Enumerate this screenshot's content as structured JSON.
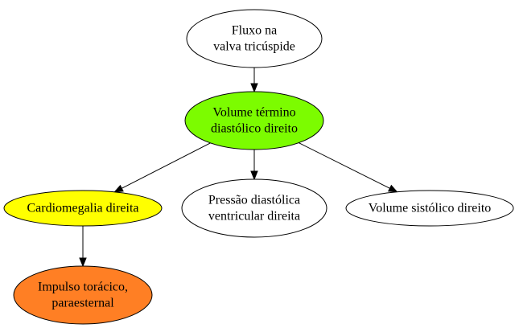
{
  "nodes": [
    {
      "id": "n1",
      "lines": [
        "Fluxo na",
        "valva tricúspide"
      ],
      "fill": "#ffffff"
    },
    {
      "id": "n2",
      "lines": [
        "Volume término",
        "diastólico direito"
      ],
      "fill": "#7cfc00"
    },
    {
      "id": "n3",
      "lines": [
        "Cardiomegalia direita"
      ],
      "fill": "#ffff00"
    },
    {
      "id": "n4",
      "lines": [
        "Pressão diastólica",
        "ventricular direita"
      ],
      "fill": "#ffffff"
    },
    {
      "id": "n5",
      "lines": [
        "Volume sistólico direito"
      ],
      "fill": "#ffffff"
    },
    {
      "id": "n6",
      "lines": [
        "Impulso torácico,",
        "paraesternal"
      ],
      "fill": "#ff7f24"
    }
  ],
  "edges": [
    {
      "from": "n1",
      "to": "n2"
    },
    {
      "from": "n2",
      "to": "n3"
    },
    {
      "from": "n2",
      "to": "n4"
    },
    {
      "from": "n2",
      "to": "n5"
    },
    {
      "from": "n3",
      "to": "n6"
    }
  ]
}
